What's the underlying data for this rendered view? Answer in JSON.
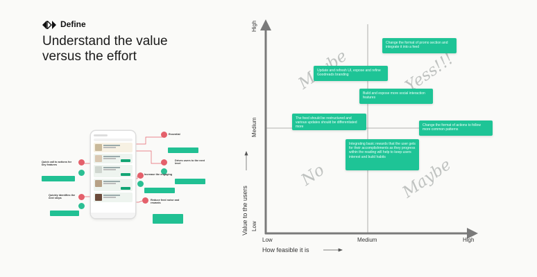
{
  "header": {
    "section": "Define",
    "headline": "Understand the value versus the effort"
  },
  "wireframe": {
    "annotations": [
      {
        "title": "Essential",
        "note": ""
      },
      {
        "title": "Drives users to the next level",
        "note": ""
      },
      {
        "title": "Increase the engaging",
        "note": ""
      },
      {
        "title": "Reduce feed noise and rewards",
        "note": ""
      },
      {
        "title": "Quick call to actions for key features",
        "note": ""
      },
      {
        "title": "Quickly identifies the next steps",
        "note": ""
      }
    ]
  },
  "matrix": {
    "y_axis_label": "Value to the users",
    "x_axis_label": "How feasible it is",
    "y_ticks": [
      "High",
      "Medium",
      "Low"
    ],
    "x_ticks": [
      "Low",
      "Medium",
      "High"
    ],
    "zones": [
      "Maybe",
      "Yess!!!",
      "No",
      "Maybe"
    ],
    "cards": [
      "Change the format of promo section and integrate it into a feed",
      "Update and refresh UI, expose and refine Goodreads branding",
      "Build and expose more social interaction features",
      "The feed should be restructured and various updates should be differentiated more",
      "Change the format of actions to follow more common patterns",
      "Integrating basic rewards that the user gets for their accomplishments as they progress within the reading will help to keep users interest and build habits"
    ]
  },
  "colors": {
    "card": "#1ec496",
    "annotation_red": "#e4606b",
    "axis": "#777777",
    "zone_text": "#bfc2c0"
  }
}
